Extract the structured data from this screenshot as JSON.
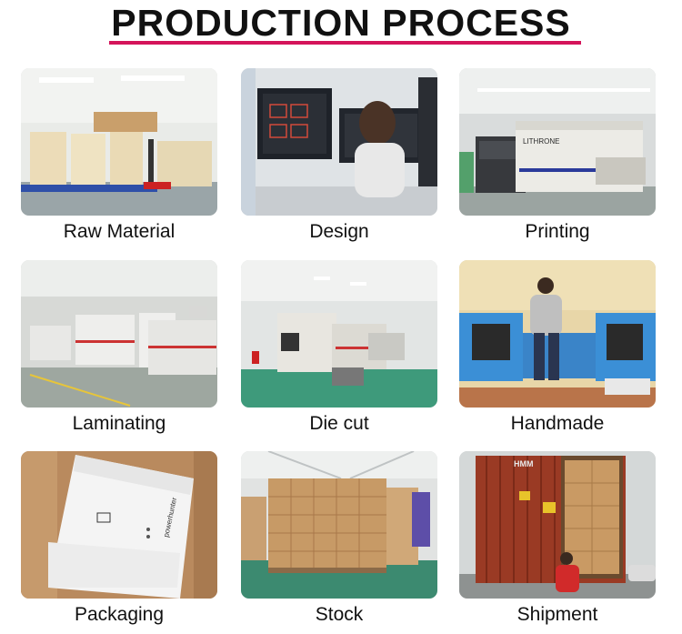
{
  "page": {
    "title": "PRODUCTION PROCESS"
  },
  "steps": [
    {
      "label": "Raw Material"
    },
    {
      "label": "Design"
    },
    {
      "label": "Printing"
    },
    {
      "label": "Laminating"
    },
    {
      "label": "Die cut"
    },
    {
      "label": "Handmade"
    },
    {
      "label": "Packaging"
    },
    {
      "label": "Stock"
    },
    {
      "label": "Shipment"
    }
  ],
  "photo_text": {
    "printing_press_brand": "LITHRONE",
    "packaging_box_brand": "powerhunter",
    "container_brand": "HMM"
  },
  "colors": {
    "accent": "#d4145a",
    "text": "#111111"
  }
}
